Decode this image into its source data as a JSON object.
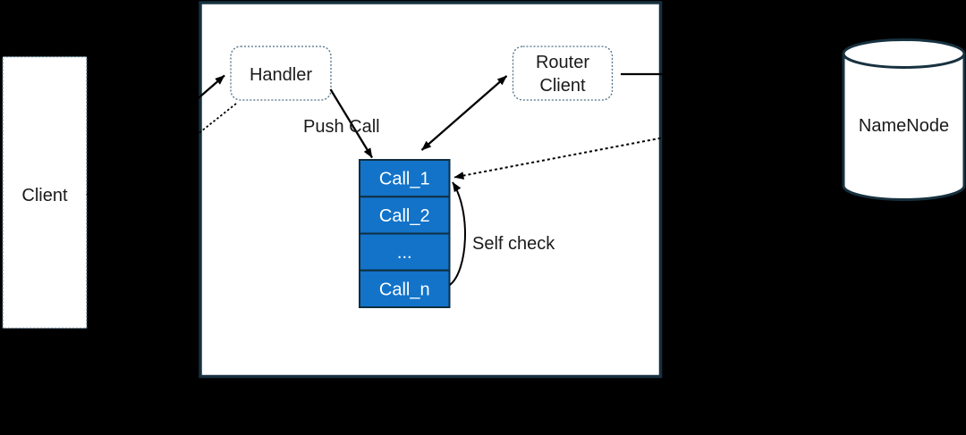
{
  "client_box": {
    "label": "Client"
  },
  "router_container": {
    "handler_box": {
      "label": "Handler"
    },
    "router_client_box": {
      "line1": "Router",
      "line2": "Client"
    },
    "call_queue": {
      "items": [
        "Call_1",
        "Call_2",
        "...",
        "Call_n"
      ]
    },
    "push_call_label": "Push Call",
    "self_check_label": "Self check"
  },
  "namenode": {
    "label": "NameNode"
  },
  "colors": {
    "background": "#000000",
    "queue_fill": "#1273C9",
    "queue_border": "#102E40",
    "container_border": "#17313F",
    "dotted_border": "#4E6E84",
    "label_text": "#1A1A1A",
    "queue_text": "#FFFFFF",
    "arrow": "#000000"
  }
}
